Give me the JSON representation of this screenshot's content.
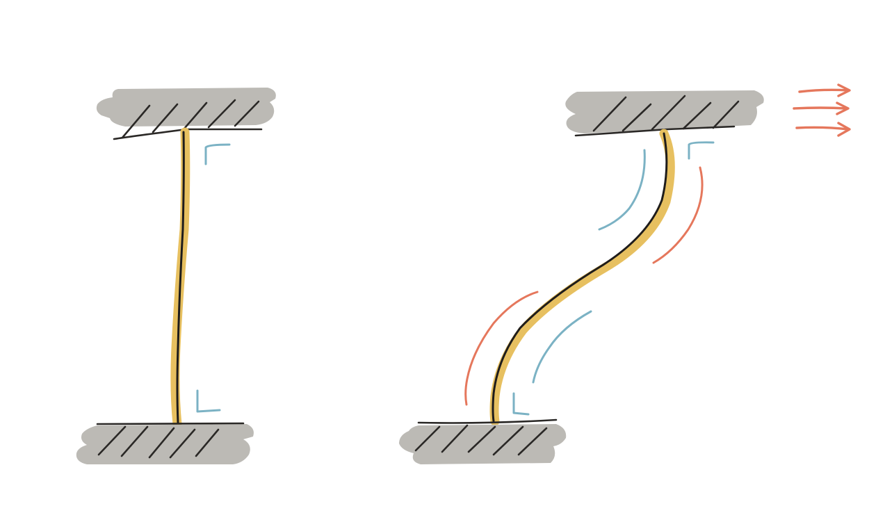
{
  "colors": {
    "background": "#ffffff",
    "support_fill": "#bcbab5",
    "hatch": "#2a2826",
    "column_highlight": "#e7c060",
    "column_line": "#1e1c1b",
    "right_angle_marker": "#7bb2c4",
    "curvature_blue": "#7bb2c4",
    "curvature_red": "#e5775c",
    "force_arrow": "#e5775c"
  },
  "diagrams": [
    {
      "state": "undeformed",
      "has_load_arrows": false
    },
    {
      "state": "deformed_sway",
      "has_load_arrows": true,
      "load_arrow_count": 3
    }
  ]
}
